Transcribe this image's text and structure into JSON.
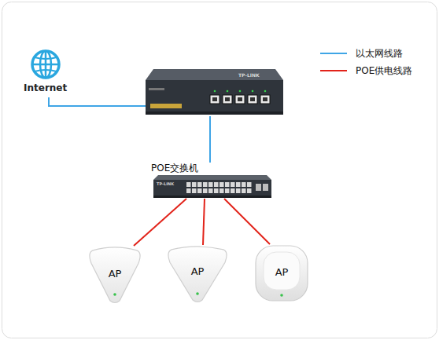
{
  "diagram": {
    "nodes": [
      {
        "text": [
          "Internet"
        ]
      },
      {
        "text": [
          "TP-LINK"
        ]
      },
      {
        "text": [
          "POE交换机",
          "TP-LINK"
        ]
      },
      {
        "text": [
          "AP"
        ]
      },
      {
        "text": [
          "AP"
        ]
      },
      {
        "text": [
          "AP"
        ]
      }
    ],
    "edges": [
      {
        "from": 0,
        "to": 1,
        "arrow": "none"
      },
      {
        "from": 1,
        "to": 2,
        "arrow": "none"
      },
      {
        "from": 2,
        "to": 3,
        "arrow": "none"
      },
      {
        "from": 2,
        "to": 4,
        "arrow": "none"
      },
      {
        "from": 2,
        "to": 5,
        "arrow": "none"
      }
    ],
    "legend": [
      {
        "text": "以太网线路"
      },
      {
        "text": "POE供电线路"
      }
    ]
  }
}
